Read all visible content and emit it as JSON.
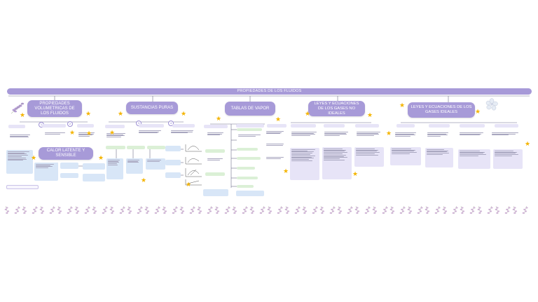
{
  "title": "PROPIEDADES DE LOS FLUIDOS",
  "sections": {
    "volumetric": "PROPIEDADES VOLUMETRICAS DE LOS FLUIDOS",
    "latent": "CALOR LATENTE Y SENSIBLE",
    "pure": "SUSTANCIAS PURAS",
    "vapor": "TABLAS DE VAPOR",
    "non_ideal": "LEYES Y ECUACIONES DE LOS GASES NO IDEALES",
    "ideal": "LEYES Y ECUACIONES DE LOS GASES IDEALES"
  },
  "badge_numbers": [
    "1",
    "2",
    "3",
    "4"
  ],
  "colors": {
    "pill": "#a79ad8",
    "box_lavender": "#e7e4f7",
    "box_blue": "#d8e6f7",
    "box_green": "#dbf0d6",
    "star": "#f4b400",
    "flowers": "#c7a6cf"
  },
  "icons": {
    "star": "star-icon",
    "lavender": "lavender-flower-icon",
    "white_flower": "white-flower-icon"
  }
}
